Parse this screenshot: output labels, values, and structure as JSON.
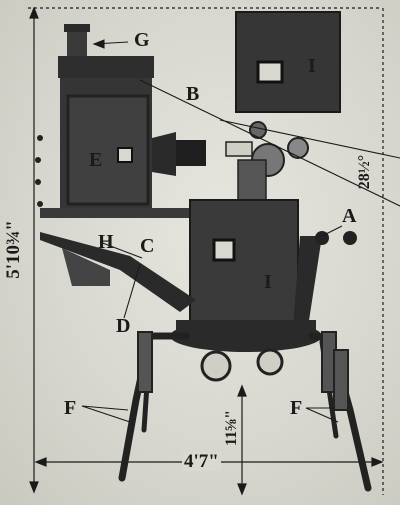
{
  "labels": {
    "A": "A",
    "B": "B",
    "C": "C",
    "D": "D",
    "E": "E",
    "F1": "F",
    "F2": "F",
    "G": "G",
    "H": "H",
    "I1": "I",
    "I2": "I"
  },
  "dimensions": {
    "height": "5'10¾\"",
    "width": "4'7\"",
    "leg_height": "11⅝\"",
    "angle": "28½°"
  }
}
